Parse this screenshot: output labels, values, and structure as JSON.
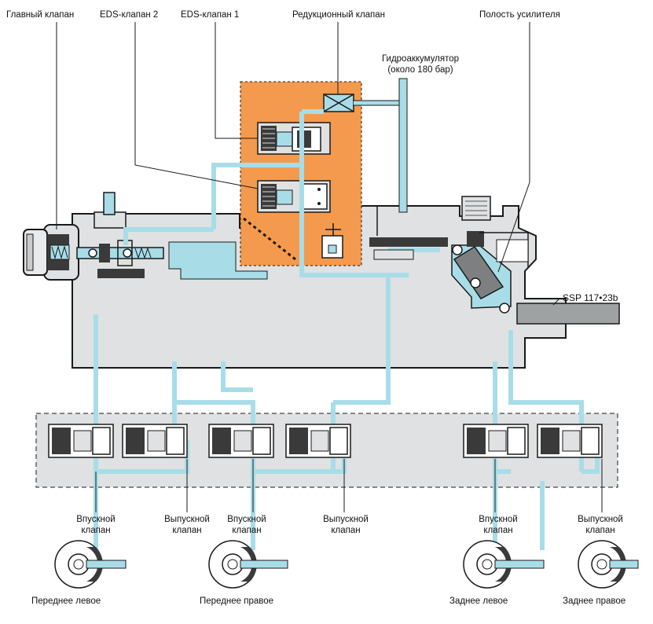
{
  "labels": {
    "main_valve": "Главный клапан",
    "eds_valve_2": "EDS-клапан 2",
    "eds_valve_1": "EDS-клапан 1",
    "reducing_valve": "Редукционный клапан",
    "booster_cavity": "Полость усилителя",
    "accumulator_line1": "Гидроаккумулятор",
    "accumulator_line2": "(около 180 бар)",
    "ssp_code": "SSP 117•23b"
  },
  "valves": [
    {
      "line1": "Впускной",
      "line2": "клапан"
    },
    {
      "line1": "Выпускной",
      "line2": "клапан"
    },
    {
      "line1": "Впускной",
      "line2": "клапан"
    },
    {
      "line1": "Выпускной",
      "line2": "клапан"
    },
    {
      "line1": "Впускной",
      "line2": "клапан"
    },
    {
      "line1": "Выпускной",
      "line2": "клапан"
    }
  ],
  "wheels": [
    {
      "label": "Переднее левое"
    },
    {
      "label": "Переднее правое"
    },
    {
      "label": "Заднее левое"
    },
    {
      "label": "Заднее правое"
    }
  ],
  "colors": {
    "fluid": "#a8dde8",
    "body": "#dfe1e2",
    "eds_zone": "#f49a4e",
    "outline": "#1a1a1a",
    "dark": "#3a3a3a"
  }
}
